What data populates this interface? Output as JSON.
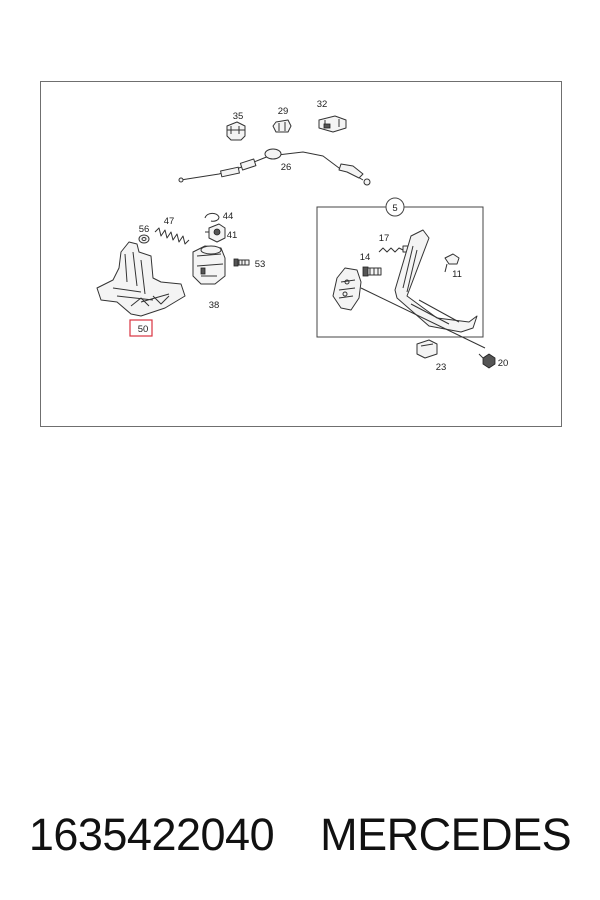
{
  "callouts": {
    "c35": "35",
    "c29": "29",
    "c32": "32",
    "c26": "26",
    "c47": "47",
    "c44": "44",
    "c56": "56",
    "c41": "41",
    "c53": "53",
    "c38": "38",
    "c50": "50",
    "c5": "5",
    "c17": "17",
    "c14": "14",
    "c11": "11",
    "c23": "23",
    "c20": "20"
  },
  "highlight": {
    "part": "50",
    "color": "#d9333f"
  },
  "caption": {
    "part_number": "1635422040",
    "brand": "MERCEDES"
  }
}
